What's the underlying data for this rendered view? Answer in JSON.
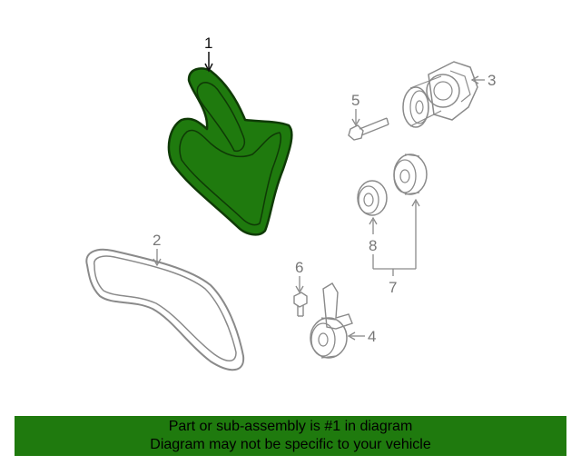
{
  "colors": {
    "highlight": "#1f7a0e",
    "banner_bg": "#1f7a0e",
    "line": "#8a8a8a"
  },
  "callouts": {
    "c1": "1",
    "c2": "2",
    "c3": "3",
    "c4": "4",
    "c5": "5",
    "c6": "6",
    "c7": "7",
    "c8": "8"
  },
  "banner": {
    "line1": "Part or sub-assembly is #1 in diagram",
    "line2": "Diagram may not be specific to your vehicle"
  }
}
